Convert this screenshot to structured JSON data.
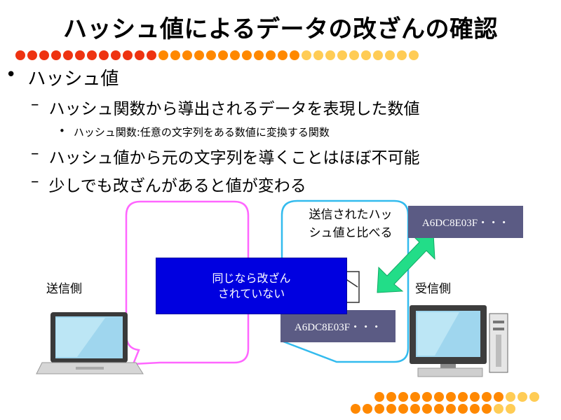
{
  "slide": {
    "title": "ハッシュ値によるデータの改ざんの確認"
  },
  "bullets": {
    "l1_marker": "•",
    "l1_text": "ハッシュ値",
    "l2_marker": "–",
    "l2_items": [
      "ハッシュ関数から導出されるデータを表現した数値",
      "ハッシュ値から元の文字列を導くことはほぼ不可能",
      "少しでも改ざんがあると値が変わる"
    ],
    "l3_marker": "•",
    "l3_text": "ハッシュ関数:任意の文字列をある数値に変換する関数"
  },
  "diagram": {
    "sender_label": "送信側",
    "receiver_label": "受信側",
    "bubble_text_line1": "送信されたハッ",
    "bubble_text_line2": "シュ値と比べる",
    "hash_top": "A6DC8E03F・・・",
    "hash_bottom": "A6DC8E03F・・・",
    "result_line1": "同じなら改ざん",
    "result_line2": "されていない",
    "colors": {
      "pink_bubble": "#ff66ff",
      "cyan_bubble": "#33bbee",
      "hash_box": "#5b5b84",
      "result_box": "#0000e0",
      "arrow": "#22dd88",
      "dot_red": "#ee3311",
      "dot_orange": "#ff8800",
      "dot_yellow": "#ffcc55"
    },
    "icons": [
      "laptop-icon",
      "desktop-computer-icon",
      "envelope-icon",
      "double-arrow-icon"
    ]
  }
}
